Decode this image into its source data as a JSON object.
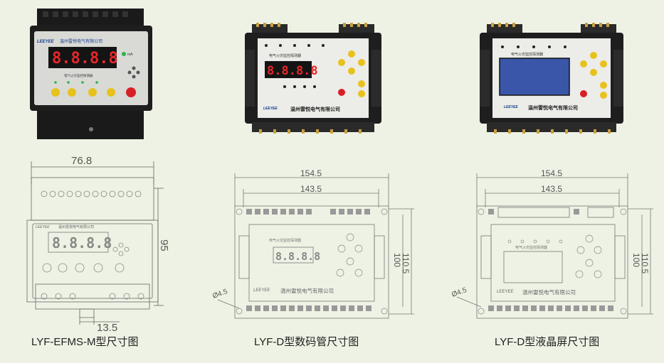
{
  "products": [
    {
      "caption": "LYF-EFMS-M型尺寸图",
      "brand": "LEEYEE",
      "company": "温州雷悦电气有限公司",
      "device_title": "电气火灾监控探测器",
      "display": "8.8.8.8",
      "unit": "mA",
      "dimensions": {
        "width": "76.8",
        "height": "95",
        "bottom": "13.5"
      }
    },
    {
      "caption": "LYF-D型数码管尺寸图",
      "brand": "LEEYEE",
      "company": "温州雷悦电气有限公司",
      "device_title": "电气火灾监控探测器",
      "display": "8.8.8.8",
      "dimensions": {
        "outer": "154.5",
        "inner": "143.5",
        "h1": "100",
        "h2": "110.5",
        "hole": "Ø4.5"
      }
    },
    {
      "caption": "LYF-D型液晶屏尺寸图",
      "brand": "LEEYEE",
      "company": "温州雷悦电气有限公司",
      "device_title": "电气火灾监控探测器",
      "dimensions": {
        "outer": "154.5",
        "inner": "143.5",
        "h1": "100",
        "h2": "110.5",
        "hole": "Ø4.5"
      }
    }
  ],
  "colors": {
    "background": "#eef2e4",
    "device_body": "#1e1e1e",
    "led_red": "#e8262a",
    "button_yellow": "#e8c21c",
    "lcd_blue": "#3a56a8"
  }
}
